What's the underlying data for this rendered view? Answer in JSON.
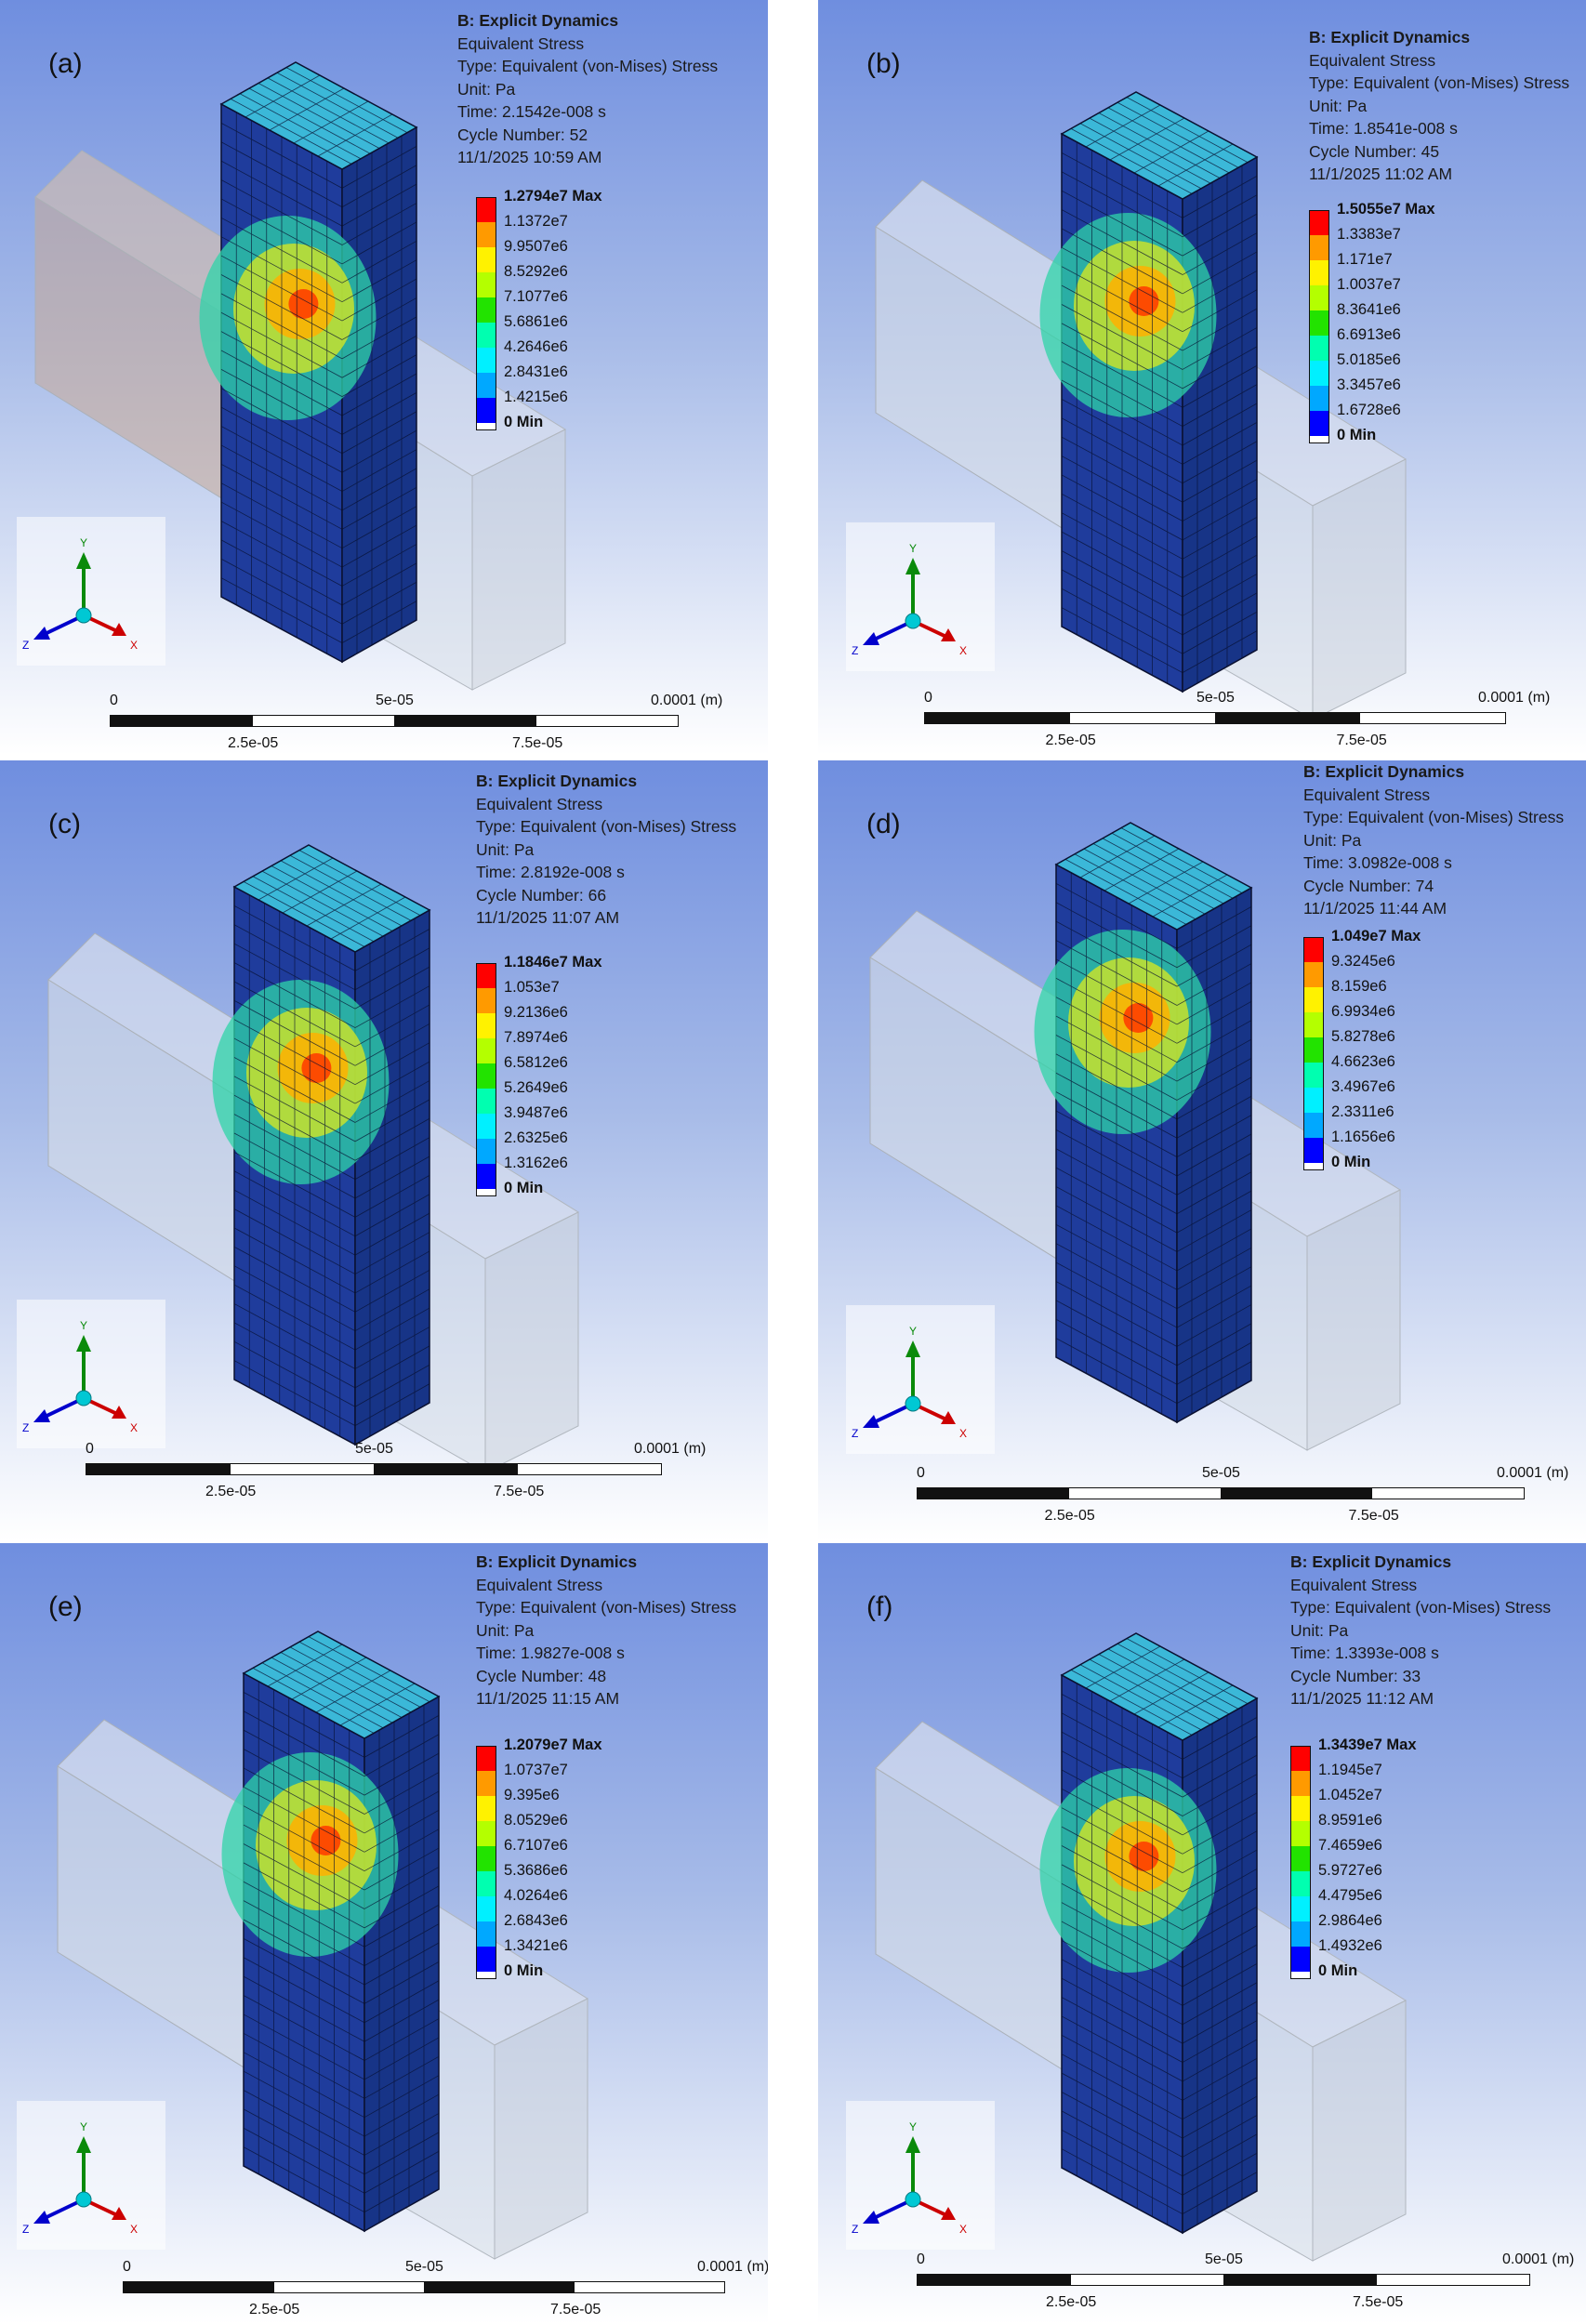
{
  "panels": [
    {
      "label": "(a)",
      "title": "B: Explicit Dynamics",
      "result": "Equivalent Stress",
      "type": "Type: Equivalent (von-Mises) Stress",
      "unit": "Unit: Pa",
      "time": "Time: 2.1542e-008 s",
      "cycle": "Cycle Number: 52",
      "date": "11/1/2025 10:59 AM",
      "legend": [
        "1.2794e7 Max",
        "1.1372e7",
        "9.9507e6",
        "8.5292e6",
        "7.1077e6",
        "5.6861e6",
        "4.2646e6",
        "2.8431e6",
        "1.4215e6",
        "0 Min"
      ]
    },
    {
      "label": "(b)",
      "title": "B: Explicit Dynamics",
      "result": "Equivalent Stress",
      "type": "Type: Equivalent (von-Mises) Stress",
      "unit": "Unit: Pa",
      "time": "Time: 1.8541e-008 s",
      "cycle": "Cycle Number: 45",
      "date": "11/1/2025 11:02 AM",
      "legend": [
        "1.5055e7 Max",
        "1.3383e7",
        "1.171e7",
        "1.0037e7",
        "8.3641e6",
        "6.6913e6",
        "5.0185e6",
        "3.3457e6",
        "1.6728e6",
        "0 Min"
      ]
    },
    {
      "label": "(c)",
      "title": "B: Explicit Dynamics",
      "result": "Equivalent Stress",
      "type": "Type: Equivalent (von-Mises) Stress",
      "unit": "Unit: Pa",
      "time": "Time: 2.8192e-008 s",
      "cycle": "Cycle Number: 66",
      "date": "11/1/2025 11:07 AM",
      "legend": [
        "1.1846e7 Max",
        "1.053e7",
        "9.2136e6",
        "7.8974e6",
        "6.5812e6",
        "5.2649e6",
        "3.9487e6",
        "2.6325e6",
        "1.3162e6",
        "0 Min"
      ]
    },
    {
      "label": "(d)",
      "title": "B: Explicit Dynamics",
      "result": "Equivalent Stress",
      "type": "Type: Equivalent (von-Mises) Stress",
      "unit": "Unit: Pa",
      "time": "Time: 3.0982e-008 s",
      "cycle": "Cycle Number: 74",
      "date": "11/1/2025 11:44 AM",
      "legend": [
        "1.049e7 Max",
        "9.3245e6",
        "8.159e6",
        "6.9934e6",
        "5.8278e6",
        "4.6623e6",
        "3.4967e6",
        "2.3311e6",
        "1.1656e6",
        "0 Min"
      ]
    },
    {
      "label": "(e)",
      "title": "B: Explicit Dynamics",
      "result": "Equivalent Stress",
      "type": "Type: Equivalent (von-Mises) Stress",
      "unit": "Unit: Pa",
      "time": "Time: 1.9827e-008 s",
      "cycle": "Cycle Number: 48",
      "date": "11/1/2025 11:15 AM",
      "legend": [
        "1.2079e7 Max",
        "1.0737e7",
        "9.395e6",
        "8.0529e6",
        "6.7107e6",
        "5.3686e6",
        "4.0264e6",
        "2.6843e6",
        "1.3421e6",
        "0 Min"
      ]
    },
    {
      "label": "(f)",
      "title": "B: Explicit Dynamics",
      "result": "Equivalent Stress",
      "type": "Type: Equivalent (von-Mises) Stress",
      "unit": "Unit: Pa",
      "time": "Time: 1.3393e-008 s",
      "cycle": "Cycle Number: 33",
      "date": "11/1/2025 11:12 AM",
      "legend": [
        "1.3439e7 Max",
        "1.1945e7",
        "1.0452e7",
        "8.9591e6",
        "7.4659e6",
        "5.9727e6",
        "4.4795e6",
        "2.9864e6",
        "1.4932e6",
        "0 Min"
      ]
    }
  ],
  "legend_colors": [
    "#ff0000",
    "#ff9a00",
    "#fff200",
    "#b4ff00",
    "#22e300",
    "#00ffb0",
    "#00f0ff",
    "#00a8ff",
    "#0000ff",
    "#ffffff"
  ],
  "scalebar": {
    "tick0": "0",
    "tick_mid": "5e-05",
    "tick_end": "0.0001 (m)",
    "tick_q1": "2.5e-05",
    "tick_q3": "7.5e-05"
  },
  "triad": {
    "y": "Y",
    "z": "Z",
    "x": "X",
    "y_color": "#0a8a0a",
    "z_color": "#0000cc",
    "x_color": "#cc0000",
    "origin_color": "#00c8d4"
  }
}
